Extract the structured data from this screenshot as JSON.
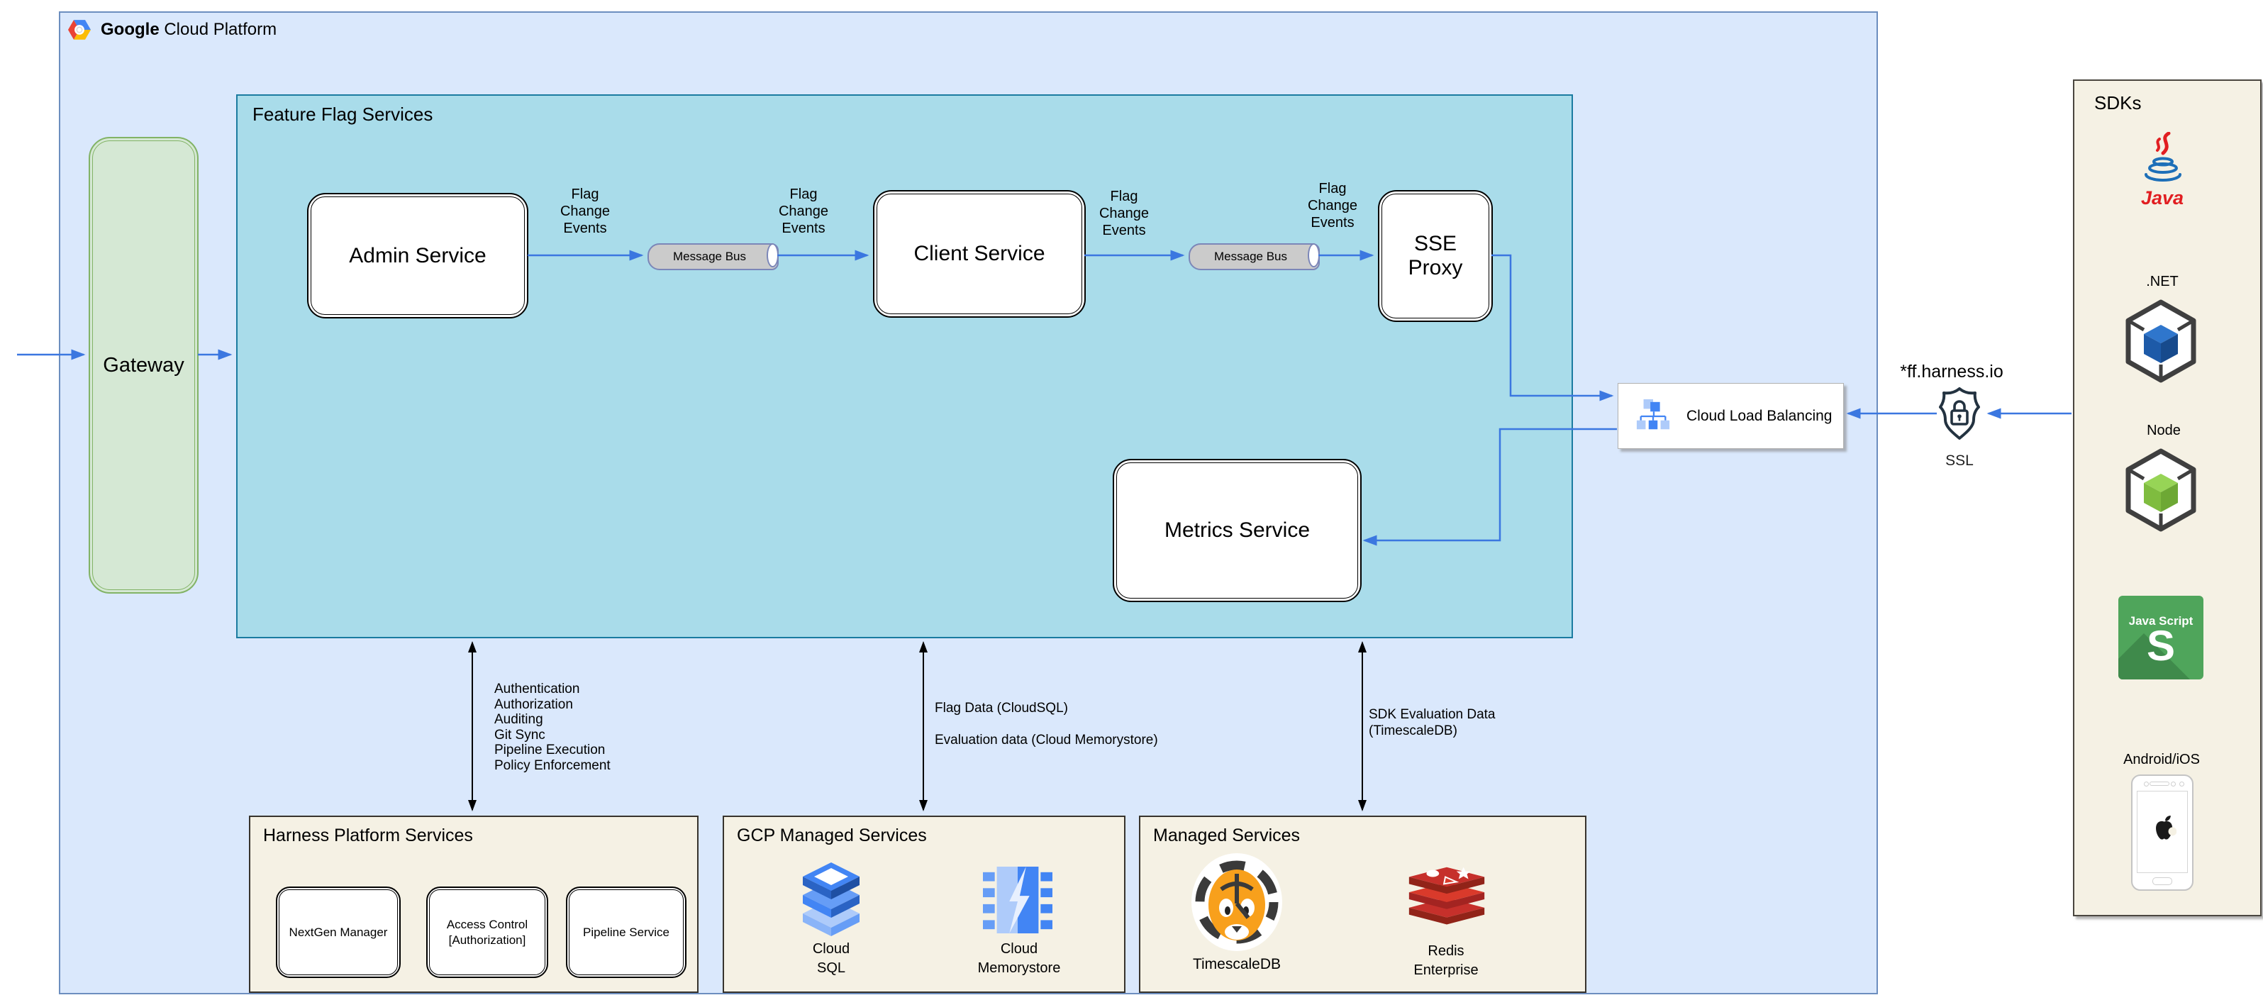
{
  "header": {
    "brand_bold": "Google",
    "brand_rest": "Cloud Platform"
  },
  "feature_flag_services": {
    "title": "Feature Flag Services"
  },
  "nodes": {
    "gateway": "Gateway",
    "admin_service": "Admin Service",
    "client_service": "Client Service",
    "sse_proxy": "SSE\nProxy",
    "metrics_service": "Metrics Service",
    "message_bus_1": "Message Bus",
    "message_bus_2": "Message Bus"
  },
  "load_balancer": {
    "label": "Cloud Load Balancing"
  },
  "ssl": {
    "domain": "*ff.harness.io",
    "label": "SSL"
  },
  "edge_labels": {
    "flag_change_events": [
      "Flag\nChange\nEvents",
      "Flag\nChange\nEvents",
      "Flag\nChange\nEvents",
      "Flag\nChange\nEvents"
    ],
    "platform_list": [
      "Authentication",
      "Authorization",
      "Auditing",
      "Git Sync",
      "Pipeline Execution",
      "Policy Enforcement"
    ],
    "flag_data": "Flag Data (CloudSQL)",
    "evaluation_data": "Evaluation data (Cloud Memorystore)",
    "sdk_evaluation": "SDK Evaluation Data\n(TimescaleDB)"
  },
  "sdks": {
    "title": "SDKs",
    "java_label": "Java",
    "dotnet_label": ".NET",
    "node_label": "Node",
    "js_title": "Java Script",
    "js_letter": "S",
    "mobile_label": "Android/iOS"
  },
  "harness_platform": {
    "title": "Harness Platform Services",
    "services": [
      "NextGen Manager",
      "Access Control [Authorization]",
      "Pipeline Service"
    ]
  },
  "gcp_managed": {
    "title": "GCP Managed Services",
    "cloud_sql": "Cloud\nSQL",
    "cloud_memorystore": "Cloud\nMemorystore"
  },
  "managed": {
    "title": "Managed Services",
    "timescaledb": "TimescaleDB",
    "redis": "Redis\nEnterprise"
  },
  "colors": {
    "outer_fill": "#dae8fc",
    "outer_stroke": "#6c8ebf",
    "ffs_fill": "#a9dcea",
    "ffs_stroke": "#1b7ba0",
    "gateway_fill": "#d5e8d4",
    "gateway_stroke": "#82b366",
    "panel_fill": "#f5f1e4",
    "arrow_blue": "#3b77e0",
    "gcp_blue": "#4285f4",
    "gcp_blue_light": "#aecbfa",
    "java_red": "#e11e21",
    "node_green": "#8cc84b",
    "js_green": "#4fa55b",
    "redis_red": "#c6302b",
    "tiger_orange": "#f8a01c"
  }
}
